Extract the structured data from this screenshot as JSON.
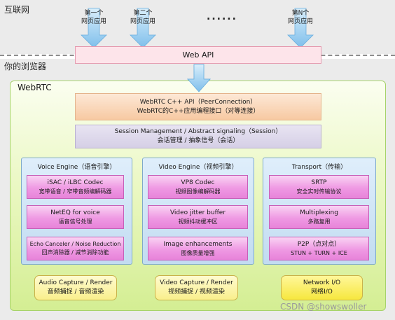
{
  "internet": {
    "title": "互联网"
  },
  "apps": [
    {
      "line1": "第一个",
      "line2": "网页应用"
    },
    {
      "line1": "第二个",
      "line2": "网页应用"
    },
    {
      "line1": "第N个",
      "line2": "网页应用"
    }
  ],
  "apps_ellipsis": "......",
  "web_api": {
    "label": "Web API"
  },
  "browser": {
    "title": "你的浏览器"
  },
  "webrtc": {
    "title": "WebRTC",
    "cpp_api": {
      "line1": "WebRTC C++ API（PeerConnection）",
      "line2": "WebRTC的C++应用编程接口（对等连接）"
    },
    "session": {
      "line1": "Session Management / Abstract signaling（Session）",
      "line2": "会话管理 / 抽象信号（会话）"
    },
    "voice_engine": {
      "title": "Voice Engine（语音引擎）",
      "modules": [
        {
          "line1": "iSAC / iLBC Codec",
          "line2": "宽带语音 / 窄带音频编解码器"
        },
        {
          "line1": "NetEQ for voice",
          "line2": "语音信号处理"
        },
        {
          "line1": "Echo Canceler / Noise Reduction",
          "line2": "回声消除器 / 减节消除功能"
        }
      ]
    },
    "video_engine": {
      "title": "Video Engine（视频引擎）",
      "modules": [
        {
          "line1": "VP8 Codec",
          "line2": "视频图像编解码器"
        },
        {
          "line1": "Video jitter buffer",
          "line2": "视频抖动缓冲区"
        },
        {
          "line1": "Image enhancements",
          "line2": "图像质量增强"
        }
      ]
    },
    "transport": {
      "title": "Transport（传输）",
      "modules": [
        {
          "line1": "SRTP",
          "line2": "安全实时传输协议"
        },
        {
          "line1": "Multiplexing",
          "line2": "多路复用"
        },
        {
          "line1": "P2P（点对点）",
          "line2": "STUN + TURN + ICE"
        }
      ]
    },
    "io": [
      {
        "line1": "Audio Capture / Render",
        "line2": "音频捕捉 / 音频渲染"
      },
      {
        "line1": "Video Capture / Render",
        "line2": "视频捕捉 / 视频渲染"
      },
      {
        "line1": "Network I/O",
        "line2": "网络I/O"
      }
    ]
  },
  "watermark": "CSDN @showswoller",
  "colors": {
    "band_bg": "#ebebeb",
    "arrow": "#7fbfeb",
    "web_api": "#fde4ea",
    "cpp_api": "#f7c9a2",
    "session": "#d5cfe6",
    "engine": "#c2dcf1",
    "module": "#ef99e3",
    "io": "#f9ef8c",
    "webrtc_bg": "#e9f7bf"
  }
}
